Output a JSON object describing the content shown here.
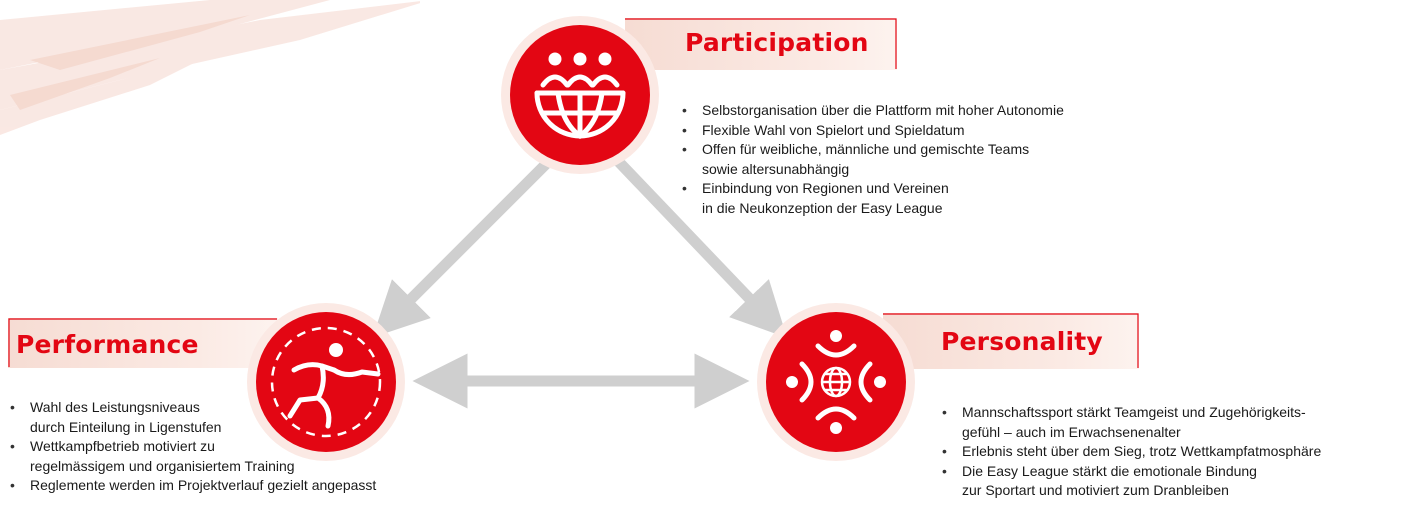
{
  "colors": {
    "accent": "#e30613",
    "arrow": "#cfcfcf",
    "halo": "#fbe9e4"
  },
  "participation": {
    "title": "Participation",
    "icon": "people-globe-icon",
    "bullets": [
      "Selbstorganisation über die Plattform mit hoher Autonomie",
      "Flexible Wahl von Spielort und Spieldatum",
      "Offen für weibliche, männliche und gemischte Teams\nsowie altersunabhängig",
      "Einbindung von Regionen und Vereinen\nin die Neukonzeption der Easy League"
    ]
  },
  "performance": {
    "title": "Performance",
    "icon": "runner-icon",
    "bullets": [
      "Wahl des Leistungsniveaus\ndurch Einteilung in Ligenstufen",
      "Wettkampfbetrieb motiviert zu\nregelmässigem und organisiertem Training",
      "Reglemente werden im Projektverlauf gezielt angepasst"
    ]
  },
  "personality": {
    "title": "Personality",
    "icon": "team-spirit-globe-icon",
    "bullets": [
      "Mannschaftssport stärkt Teamgeist und Zugehörigkeits-\ngefühl – auch im Erwachsenenalter",
      "Erlebnis steht über dem Sieg, trotz Wettkampfatmosphäre",
      "Die Easy League stärkt die emotionale Bindung\nzur Sportart und motiviert zum Dranbleiben"
    ]
  }
}
